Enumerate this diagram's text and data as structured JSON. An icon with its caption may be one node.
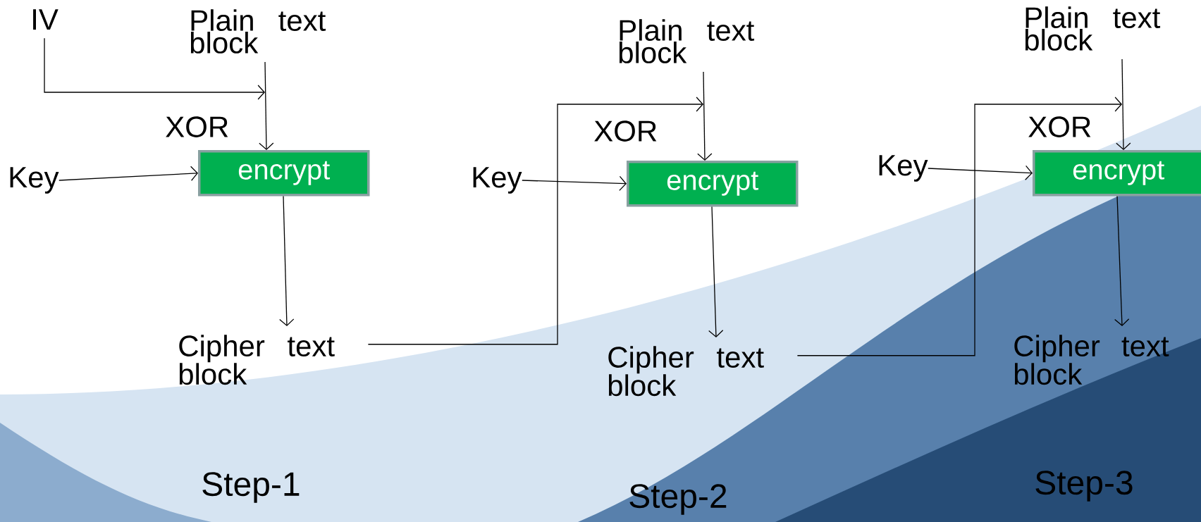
{
  "diagram": {
    "nodes": [
      {
        "text": [
          "IV"
        ]
      },
      {
        "text": [
          "Plain text block"
        ]
      },
      {
        "text": [
          "Key"
        ]
      },
      {
        "text": [
          "encrypt"
        ]
      },
      {
        "text": [
          "Cipher text block"
        ]
      },
      {
        "text": [
          "Plain text block"
        ]
      },
      {
        "text": [
          "Key"
        ]
      },
      {
        "text": [
          "encrypt"
        ]
      },
      {
        "text": [
          "Cipher text block"
        ]
      },
      {
        "text": [
          "Plain text block"
        ]
      },
      {
        "text": [
          "Key"
        ]
      },
      {
        "text": [
          "encrypt"
        ]
      },
      {
        "text": [
          "Cipher text block"
        ]
      }
    ],
    "edges": [
      {
        "from": 0,
        "to": null,
        "arrow": "to"
      },
      {
        "from": 1,
        "to": 3,
        "arrow": "to"
      },
      {
        "from": 2,
        "to": 3,
        "arrow": "to"
      },
      {
        "from": 3,
        "to": 4,
        "arrow": "to"
      },
      {
        "from": 4,
        "to": null,
        "arrow": "to"
      },
      {
        "from": 5,
        "to": 7,
        "arrow": "to"
      },
      {
        "from": 6,
        "to": 7,
        "arrow": "to"
      },
      {
        "from": 7,
        "to": 8,
        "arrow": "to"
      },
      {
        "from": 8,
        "to": null,
        "arrow": "to"
      },
      {
        "from": 9,
        "to": 11,
        "arrow": "to"
      },
      {
        "from": 10,
        "to": 11,
        "arrow": "to"
      },
      {
        "from": 11,
        "to": 12,
        "arrow": "to"
      }
    ],
    "labels": [
      "XOR",
      "XOR",
      "XOR",
      "Step-1",
      "Step-2",
      "Step-3"
    ]
  }
}
